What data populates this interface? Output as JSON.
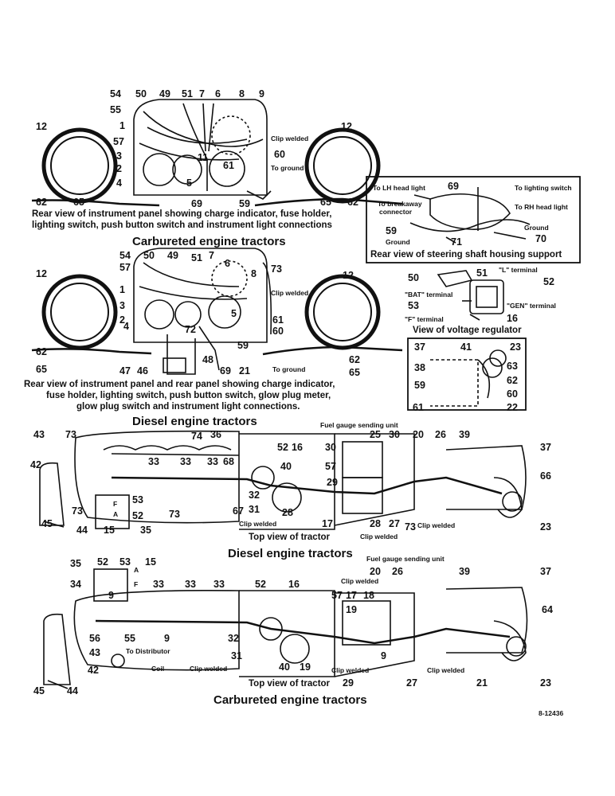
{
  "captions": {
    "carb_panel": "Rear view of instrument panel showing charge indicator, fuse holder,",
    "carb_panel_2": "lighting switch, push button switch and instrument light connections",
    "carb_heading": "Carbureted engine tractors",
    "diesel_panel_1": "Rear view of instrument panel and rear panel showing charge indicator,",
    "diesel_panel_2": "fuse holder, lighting switch, push button switch, glow plug meter,",
    "diesel_panel_3": "glow plug switch and instrument light connections.",
    "diesel_heading": "Diesel engine tractors",
    "top_view_1": "Top view of tractor",
    "diesel_heading_2": "Diesel engine tractors",
    "top_view_2": "Top view of tractor",
    "carb_heading_2": "Carbureted engine tractors",
    "steering_inset": "Rear view of steering shaft housing support",
    "regulator_inset": "View of voltage regulator",
    "drawing_number": "8-12436"
  },
  "notes": {
    "clip_welded": "Clip welded",
    "to_ground": "To ground",
    "to_lh_head_light": "To LH head light",
    "to_lighting_switch": "To lighting switch",
    "to_breakaway_connector_1": "To breakaway",
    "to_breakaway_connector_2": "connector",
    "to_rh_head_light": "To RH head light",
    "ground": "Ground",
    "l_terminal": "\"L\" terminal",
    "bat_terminal": "\"BAT\" terminal",
    "gen_terminal": "\"GEN\" terminal",
    "f_terminal": "\"F\" terminal",
    "fuel_gauge_sending_unit": "Fuel gauge sending unit",
    "to_distributor": "To Distributor",
    "coil": "Coil",
    "f": "F",
    "a": "A"
  },
  "callouts": {
    "n1": "1",
    "n2": "2",
    "n3": "3",
    "n4": "4",
    "n5": "5",
    "n6": "6",
    "n7": "7",
    "n8": "8",
    "n9": "9",
    "n11": "11",
    "n12": "12",
    "n15": "15",
    "n16": "16",
    "n17": "17",
    "n18": "18",
    "n19": "19",
    "n20": "20",
    "n21": "21",
    "n22": "22",
    "n23": "23",
    "n25": "25",
    "n26": "26",
    "n27": "27",
    "n28": "28",
    "n29": "29",
    "n30": "30",
    "n31": "31",
    "n32": "32",
    "n33": "33",
    "n34": "34",
    "n35": "35",
    "n36": "36",
    "n37": "37",
    "n38": "38",
    "n39": "39",
    "n40": "40",
    "n41": "41",
    "n42": "42",
    "n43": "43",
    "n44": "44",
    "n45": "45",
    "n46": "46",
    "n47": "47",
    "n48": "48",
    "n49": "49",
    "n50": "50",
    "n51": "51",
    "n52": "52",
    "n53": "53",
    "n54": "54",
    "n55": "55",
    "n56": "56",
    "n57": "57",
    "n59": "59",
    "n60": "60",
    "n61": "61",
    "n62": "62",
    "n63": "63",
    "n64": "64",
    "n65": "65",
    "n66": "66",
    "n67": "67",
    "n68": "68",
    "n69": "69",
    "n70": "70",
    "n71": "71",
    "n72": "72",
    "n73": "73",
    "n74": "74"
  },
  "colors": {
    "ink": "#111111",
    "paper": "#ffffff"
  }
}
